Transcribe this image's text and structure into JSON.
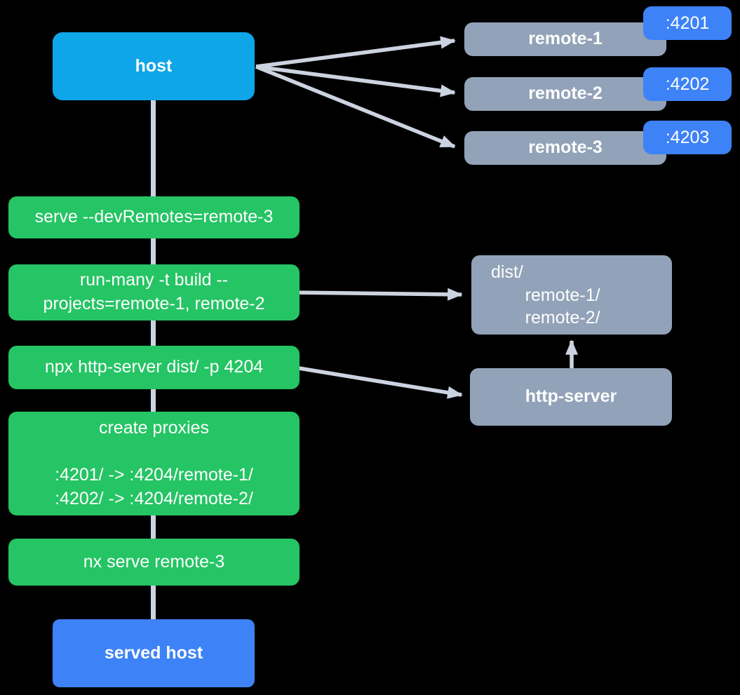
{
  "colors": {
    "background": "#000000",
    "host_blue": "#0ea5e9",
    "port_badge_blue": "#3d82f6",
    "served_host_blue": "#3d82f6",
    "command_green": "#25c464",
    "remote_gray": "#92a2b8",
    "arrow_gray": "#ccd3e0",
    "text_white": "#fdfefe"
  },
  "diagram": {
    "host": {
      "label": "host"
    },
    "remotes": [
      {
        "label": "remote-1",
        "port": ":4201"
      },
      {
        "label": "remote-2",
        "port": ":4202"
      },
      {
        "label": "remote-3",
        "port": ":4203"
      }
    ],
    "commands": [
      {
        "text": "serve --devRemotes=remote-3"
      },
      {
        "text": "run-many -t build --\nprojects=remote-1, remote-2"
      },
      {
        "text": "npx http-server dist/ -p 4204"
      },
      {
        "text": "create proxies\n\n:4201/ -> :4204/remote-1/\n:4202/ -> :4204/remote-2/"
      },
      {
        "text": "nx serve remote-3"
      }
    ],
    "dist_box": {
      "text": "dist/\n       remote-1/\n       remote-2/"
    },
    "http_server": {
      "label": "http-server"
    },
    "served_host": {
      "label": "served host"
    }
  }
}
